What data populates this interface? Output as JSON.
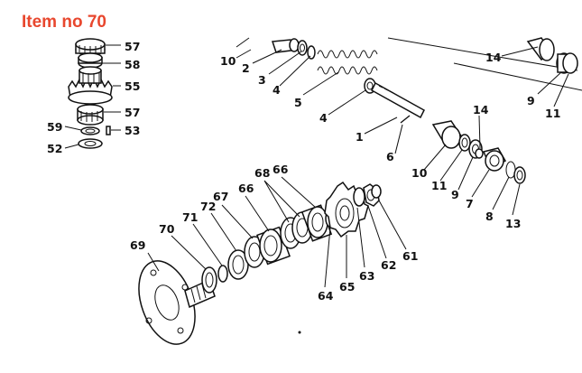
{
  "title": "Item no 70",
  "labels": {
    "l57a": "57",
    "l58": "58",
    "l55": "55",
    "l57b": "57",
    "l59": "59",
    "l53": "53",
    "l52": "52",
    "l10a": "10",
    "l2": "2",
    "l3": "3",
    "l4a": "4",
    "l5": "5",
    "l4b": "4",
    "l1": "1",
    "l6": "6",
    "l14a": "14",
    "l9a": "9",
    "l11a": "11",
    "l14b": "14",
    "l10b": "10",
    "l11b": "11",
    "l9b": "9",
    "l7": "7",
    "l8": "8",
    "l13": "13",
    "l68": "68",
    "l66a": "66",
    "l67": "67",
    "l66b": "66",
    "l72": "72",
    "l71": "71",
    "l70": "70",
    "l69": "69",
    "l64": "64",
    "l65": "65",
    "l63": "63",
    "l62": "62",
    "l61": "61"
  }
}
